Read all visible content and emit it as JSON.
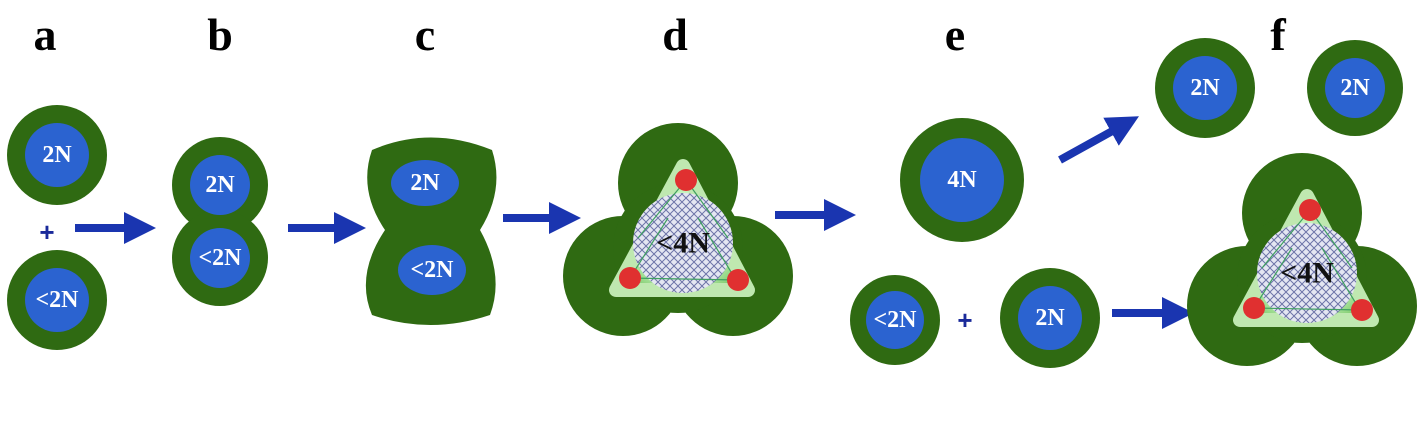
{
  "panels": {
    "a": {
      "label": "a",
      "cells": [
        "2N",
        "<2N"
      ],
      "plus": "+"
    },
    "b": {
      "label": "b",
      "cells": [
        "2N",
        "<2N"
      ]
    },
    "c": {
      "label": "c",
      "cells": [
        "2N",
        "<2N"
      ]
    },
    "d": {
      "label": "d",
      "spindle": "<4N"
    },
    "e": {
      "label": "e",
      "cell": "4N",
      "bottom_cells": [
        "<2N",
        "2N"
      ],
      "plus": "+"
    },
    "f": {
      "label": "f",
      "top_cells": [
        "2N",
        "2N"
      ],
      "spindle": "<4N"
    }
  },
  "colors": {
    "membrane": "#2f6a12",
    "nucleus": "#2b63d0",
    "arrow": "#1a35b0",
    "spindle_halo": "#b6f0b0",
    "centrosome": "#e03030"
  }
}
